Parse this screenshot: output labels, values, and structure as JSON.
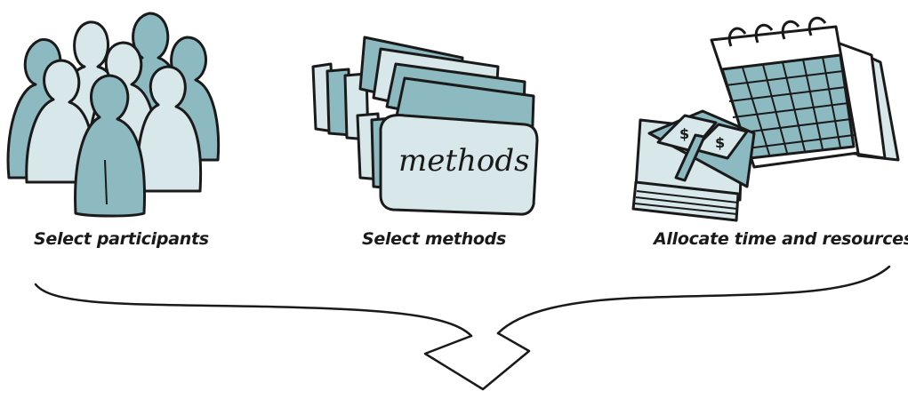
{
  "steps": [
    {
      "label": "Select participants",
      "icon": "people-group-icon"
    },
    {
      "label": "Select methods",
      "icon": "method-folders-icon",
      "folder_text": "methods"
    },
    {
      "label": "Allocate time and resources",
      "icon": "calendar-money-icon",
      "symbol": "$"
    }
  ],
  "colors": {
    "fill_dark": "#8db9c1",
    "fill_light": "#d8e7ea",
    "stroke": "#1a1a1a"
  }
}
